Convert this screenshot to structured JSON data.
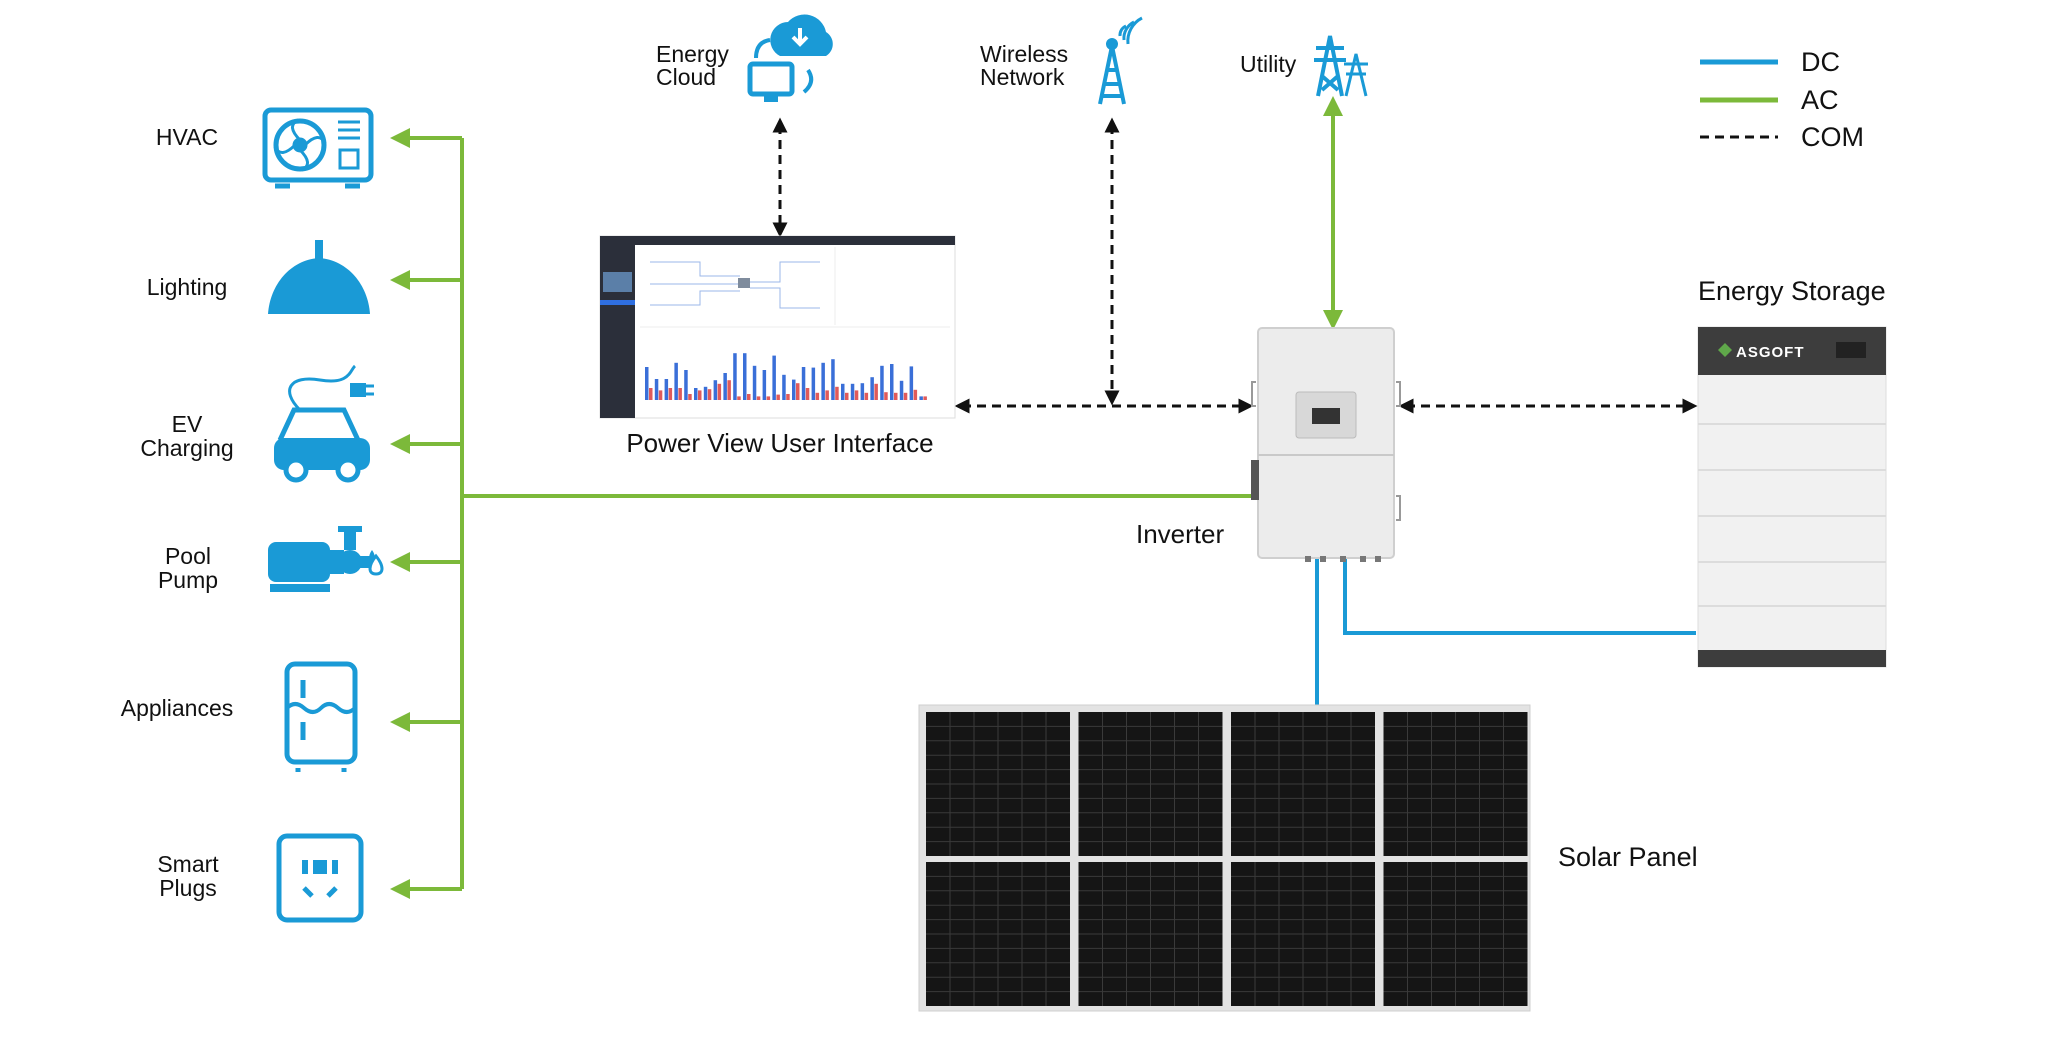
{
  "colors": {
    "dc": "#1a9ad6",
    "ac": "#7cb93a",
    "com": "#111111",
    "icon": "#1a9ad6"
  },
  "legend": [
    {
      "label": "DC",
      "style": "solid-blue"
    },
    {
      "label": "AC",
      "style": "solid-green"
    },
    {
      "label": "COM",
      "style": "dashed-black"
    }
  ],
  "loads": [
    {
      "label_lines": [
        "HVAC"
      ],
      "icon": "air-conditioner-icon"
    },
    {
      "label_lines": [
        "Lighting"
      ],
      "icon": "ceiling-lamp-icon"
    },
    {
      "label_lines": [
        "EV",
        "Charging"
      ],
      "icon": "ev-car-charging-icon"
    },
    {
      "label_lines": [
        "Pool",
        "Pump"
      ],
      "icon": "water-pump-icon"
    },
    {
      "label_lines": [
        "Appliances"
      ],
      "icon": "refrigerator-icon"
    },
    {
      "label_lines": [
        "Smart",
        "Plugs"
      ],
      "icon": "smart-plug-icon"
    }
  ],
  "nodes": {
    "energy_cloud": {
      "label_lines": [
        "Energy",
        "Cloud"
      ],
      "icon": "cloud-computer-icon"
    },
    "wireless": {
      "label_lines": [
        "Wireless",
        "Network"
      ],
      "icon": "wireless-tower-icon"
    },
    "utility": {
      "label": "Utility",
      "icon": "power-pylon-icon"
    },
    "power_view": {
      "label": "Power View User Interface"
    },
    "inverter": {
      "label": "Inverter"
    },
    "storage": {
      "label": "Energy Storage",
      "brand": "ASGOFT"
    },
    "solar": {
      "label": "Solar Panel"
    }
  }
}
